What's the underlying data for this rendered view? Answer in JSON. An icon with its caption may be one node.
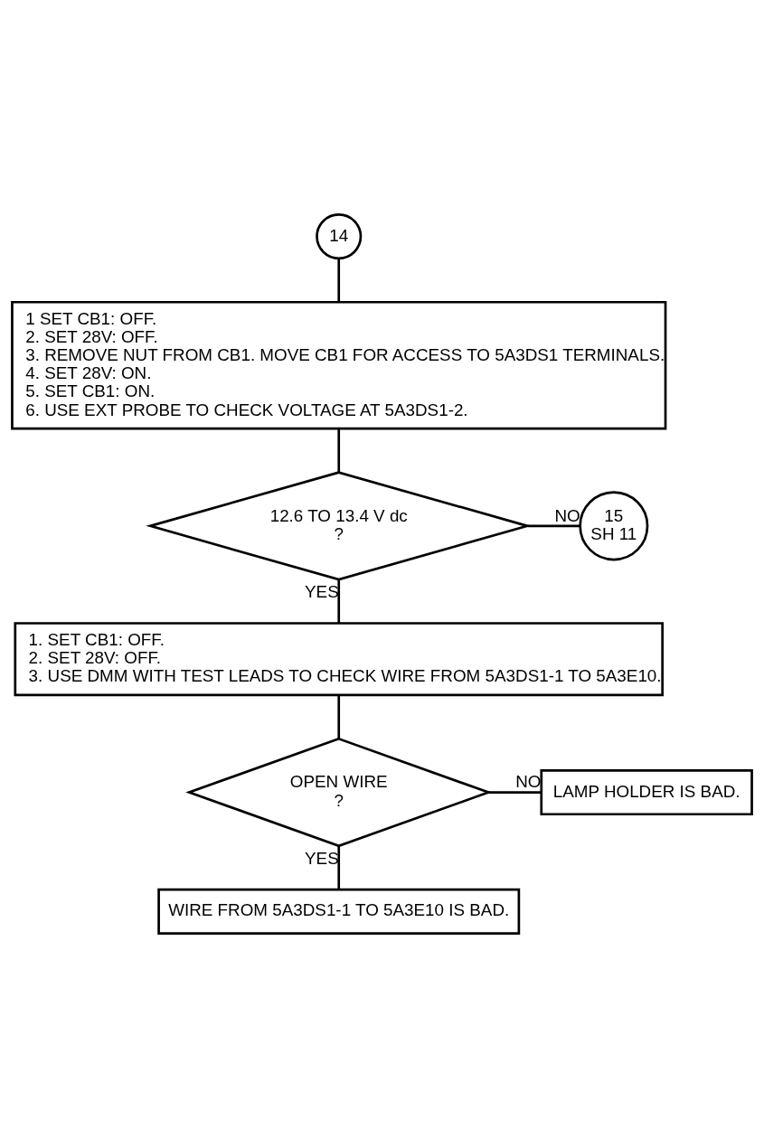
{
  "diagram": {
    "nodes": [
      {
        "text": [
          "14"
        ]
      },
      {
        "text": [
          "1 SET CB1: OFF.",
          "2. SET 28V: OFF.",
          "3. REMOVE NUT FROM CB1. MOVE CB1 FOR ACCESS TO 5A3DS1 TERMINALS.",
          "4. SET 28V: ON.",
          "5. SET CB1: ON.",
          "6. USE EXT PROBE TO CHECK VOLTAGE AT 5A3DS1-2."
        ]
      },
      {
        "text": [
          "12.6 TO 13.4 V dc",
          "?"
        ]
      },
      {
        "text": [
          "15",
          "SH 11"
        ]
      },
      {
        "text": [
          "1. SET CB1: OFF.",
          "2. SET 28V: OFF.",
          "3. USE DMM WITH TEST LEADS TO CHECK WIRE FROM 5A3DS1-1 TO 5A3E10."
        ]
      },
      {
        "text": [
          "OPEN WIRE",
          "?"
        ]
      },
      {
        "text": [
          "LAMP HOLDER IS BAD."
        ]
      },
      {
        "text": [
          "WIRE FROM 5A3DS1-1 TO 5A3E10 IS BAD."
        ]
      }
    ],
    "edges": [
      {
        "from": 0,
        "to": 1,
        "arrow": "none"
      },
      {
        "from": 1,
        "to": 2,
        "arrow": "none"
      },
      {
        "from": 2,
        "to": 3,
        "arrow": "none",
        "label": "NO"
      },
      {
        "from": 2,
        "to": 4,
        "arrow": "none",
        "label": "YES"
      },
      {
        "from": 4,
        "to": 5,
        "arrow": "none"
      },
      {
        "from": 5,
        "to": 6,
        "arrow": "none",
        "label": "NO"
      },
      {
        "from": 5,
        "to": 7,
        "arrow": "none",
        "label": "YES"
      }
    ]
  }
}
